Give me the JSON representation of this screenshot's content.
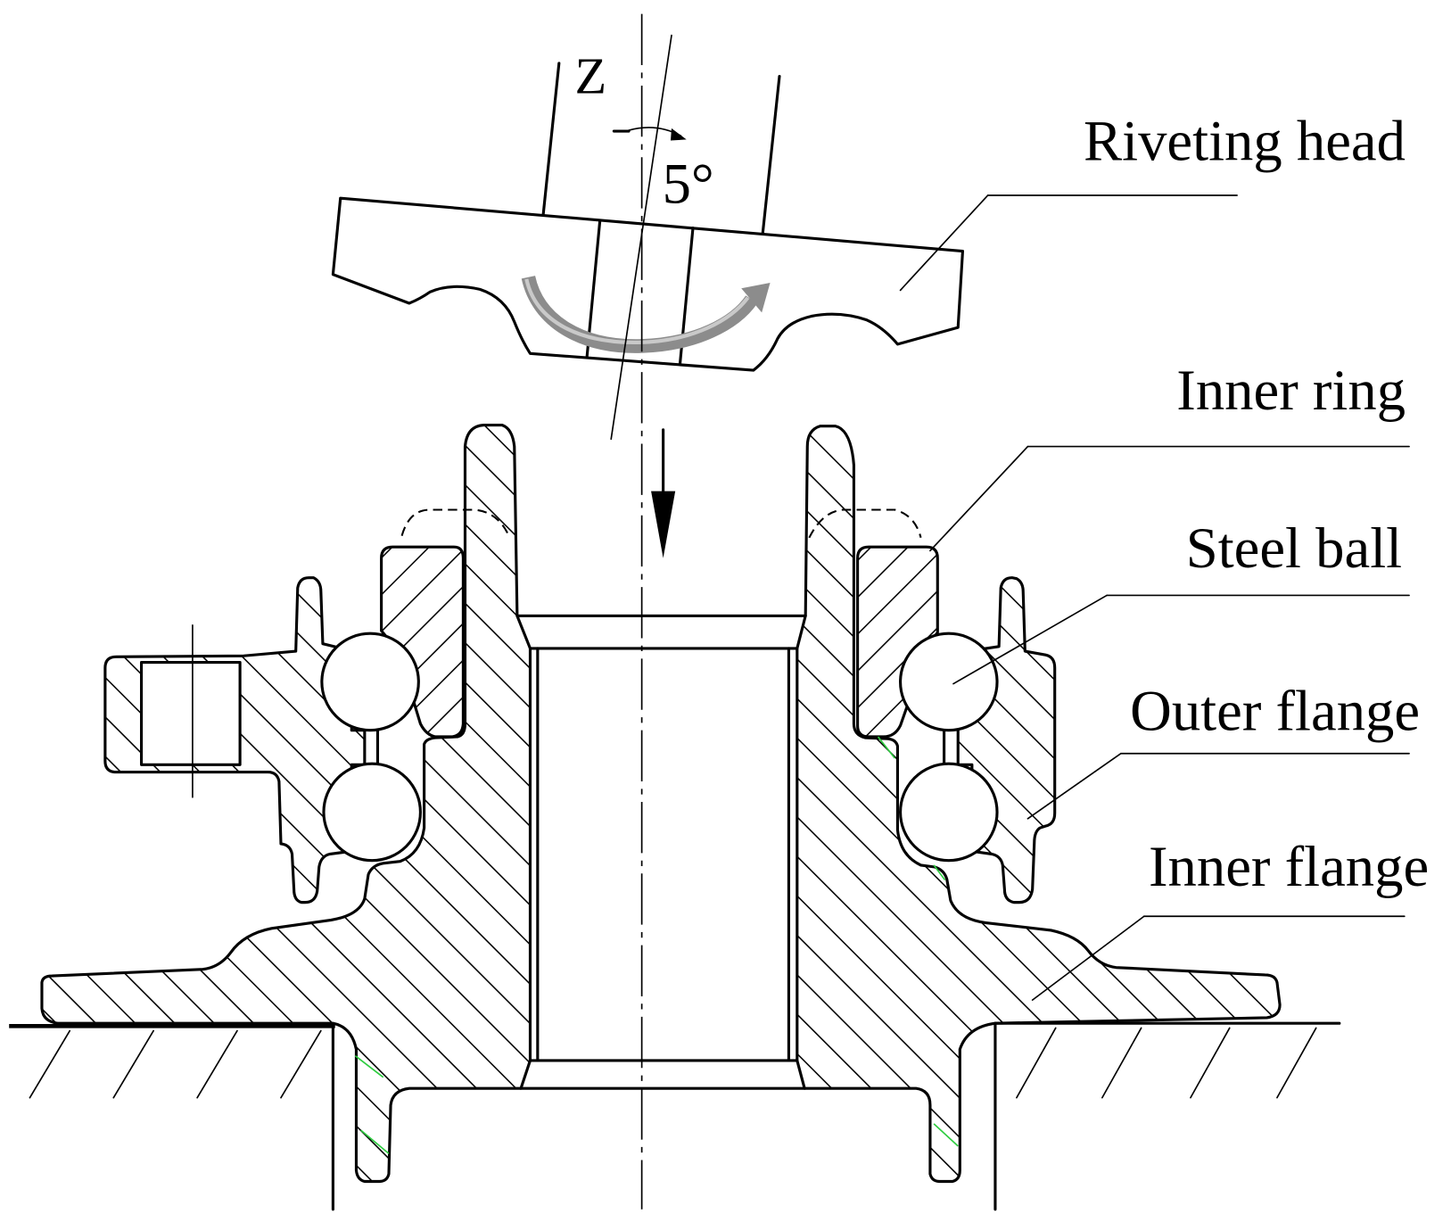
{
  "diagram": {
    "axis_label": "Z",
    "tilt_angle_label": "5°",
    "labels": {
      "riveting_head": "Riveting head",
      "inner_ring": "Inner ring",
      "steel_ball": "Steel ball",
      "outer_flange": "Outer flange",
      "inner_flange": "Inner flange"
    }
  },
  "colors": {
    "line": "#000000",
    "rotation_arrow": "#8c8c8c",
    "background": "#ffffff",
    "mark": "#2ecc40"
  }
}
